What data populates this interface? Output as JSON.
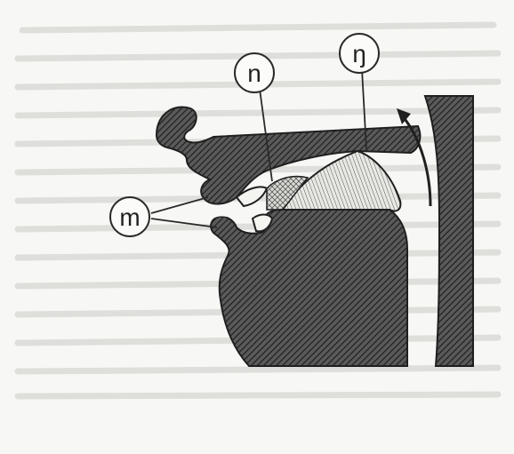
{
  "diagram": {
    "labels": {
      "m": "m",
      "n": "n",
      "eng": "ŋ"
    },
    "colors": {
      "ink": "#2a2a2a",
      "background": "#f7f7f5",
      "text_bleed": "#d8d8d4"
    }
  }
}
